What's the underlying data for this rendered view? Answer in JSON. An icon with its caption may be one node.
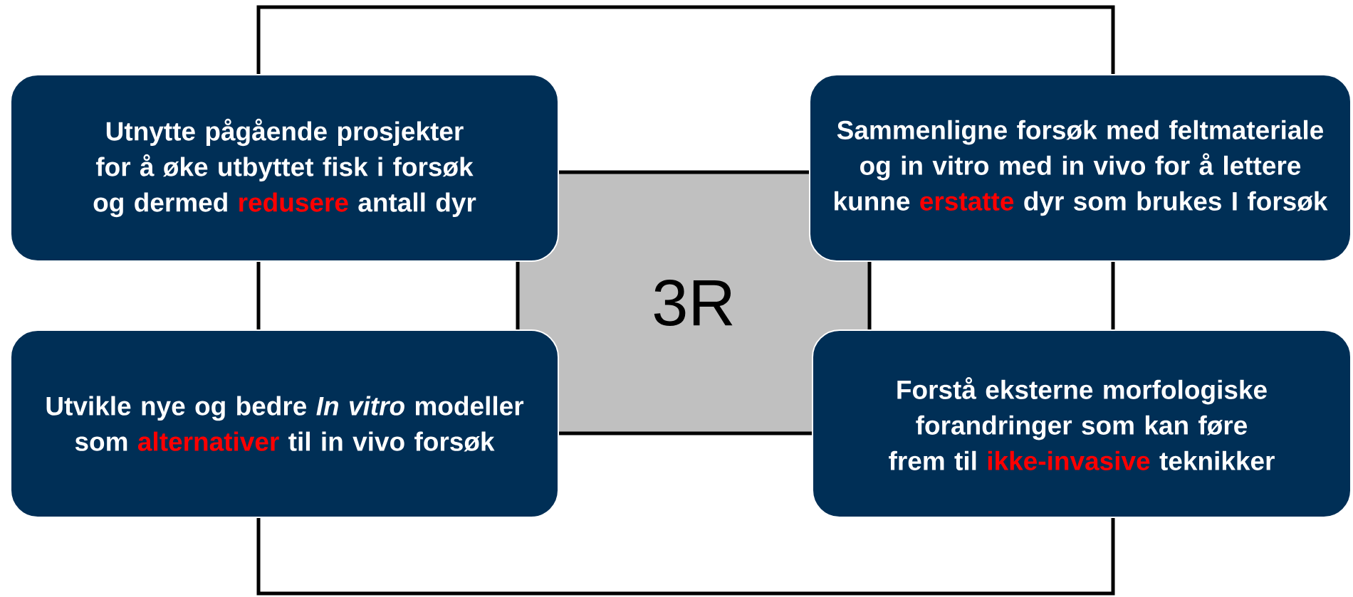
{
  "diagram": {
    "nodes": [
      {
        "text": [
          "Utnytte pågående prosjekter for å øke utbyttet fisk i forsøk og dermed **redusere** antall dyr"
        ]
      },
      {
        "text": [
          "Sammenligne forsøk med feltmateriale og in vitro med in vivo for å lettere kunne **erstatte** dyr som brukes I forsøk"
        ]
      },
      {
        "text": [
          "3R"
        ]
      },
      {
        "text": [
          "Utvikle nye og bedre *In vitro* modeller som **alternativer** til in vivo forsøk"
        ]
      },
      {
        "text": [
          "Forstå eksterne morfologiske forandringer som kan føre frem til **ikke-invasive** teknikker"
        ]
      }
    ]
  }
}
